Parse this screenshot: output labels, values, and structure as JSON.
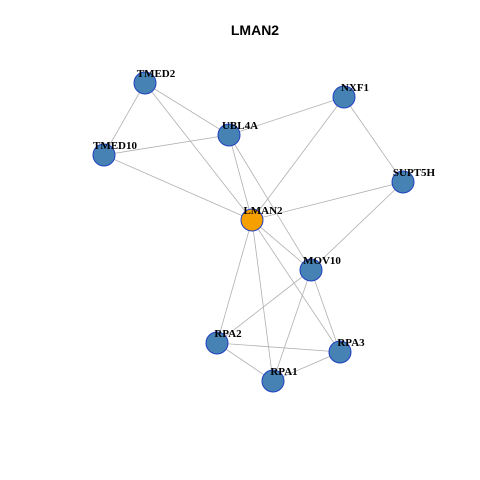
{
  "title": "LMAN2",
  "colors": {
    "focus_node_fill": "#f5a000",
    "node_fill": "#4682b4",
    "node_stroke": "#1f3fbf",
    "edge": "#b0b0b0"
  },
  "nodes": [
    {
      "id": "LMAN2",
      "label": "LMAN2",
      "focus": true
    },
    {
      "id": "TMED2",
      "label": "TMED2",
      "focus": false
    },
    {
      "id": "UBL4A",
      "label": "UBL4A",
      "focus": false
    },
    {
      "id": "NXF1",
      "label": "NXF1",
      "focus": false
    },
    {
      "id": "TMED10",
      "label": "TMED10",
      "focus": false
    },
    {
      "id": "SUPT5H",
      "label": "SUPT5H",
      "focus": false
    },
    {
      "id": "MOV10",
      "label": "MOV10",
      "focus": false
    },
    {
      "id": "RPA2",
      "label": "RPA2",
      "focus": false
    },
    {
      "id": "RPA3",
      "label": "RPA3",
      "focus": false
    },
    {
      "id": "RPA1",
      "label": "RPA1",
      "focus": false
    }
  ],
  "edges": [
    [
      "TMED2",
      "UBL4A"
    ],
    [
      "TMED2",
      "TMED10"
    ],
    [
      "TMED2",
      "LMAN2"
    ],
    [
      "TMED10",
      "UBL4A"
    ],
    [
      "TMED10",
      "LMAN2"
    ],
    [
      "UBL4A",
      "NXF1"
    ],
    [
      "UBL4A",
      "LMAN2"
    ],
    [
      "UBL4A",
      "MOV10"
    ],
    [
      "NXF1",
      "SUPT5H"
    ],
    [
      "NXF1",
      "LMAN2"
    ],
    [
      "SUPT5H",
      "LMAN2"
    ],
    [
      "SUPT5H",
      "MOV10"
    ],
    [
      "LMAN2",
      "MOV10"
    ],
    [
      "LMAN2",
      "RPA2"
    ],
    [
      "LMAN2",
      "RPA1"
    ],
    [
      "LMAN2",
      "RPA3"
    ],
    [
      "MOV10",
      "RPA2"
    ],
    [
      "MOV10",
      "RPA1"
    ],
    [
      "MOV10",
      "RPA3"
    ],
    [
      "RPA2",
      "RPA1"
    ],
    [
      "RPA2",
      "RPA3"
    ],
    [
      "RPA1",
      "RPA3"
    ]
  ]
}
